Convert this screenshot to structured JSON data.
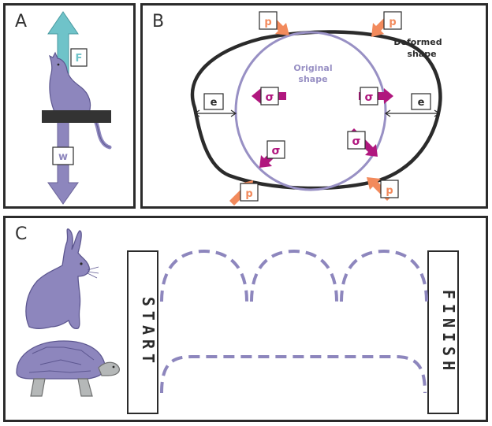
{
  "panels": {
    "a": {
      "letter": "A",
      "force_up_label": "F",
      "force_down_label": "w"
    },
    "b": {
      "letter": "B",
      "deformed_label_line1": "Deformed",
      "deformed_label_line2": "shape",
      "original_label_line1": "Original",
      "original_label_line2": "shape",
      "pressure_label": "p",
      "stress_label": "σ",
      "strain_label": "e"
    },
    "c": {
      "letter": "C",
      "start_label": "START",
      "finish_label": "FINISH"
    }
  },
  "colors": {
    "panel_border": "#2b2b2b",
    "force_up": "#6fc3c9",
    "force_down": "#8d86bd",
    "pressure": "#f28a5c",
    "stress": "#b0177e",
    "original_shape": "#9890c4",
    "deformed_shape": "#2b2b2b",
    "animal": "#8d86bd",
    "path_dash": "#8d86bd"
  },
  "icons": [
    "cat-icon",
    "hare-icon",
    "tortoise-icon"
  ]
}
